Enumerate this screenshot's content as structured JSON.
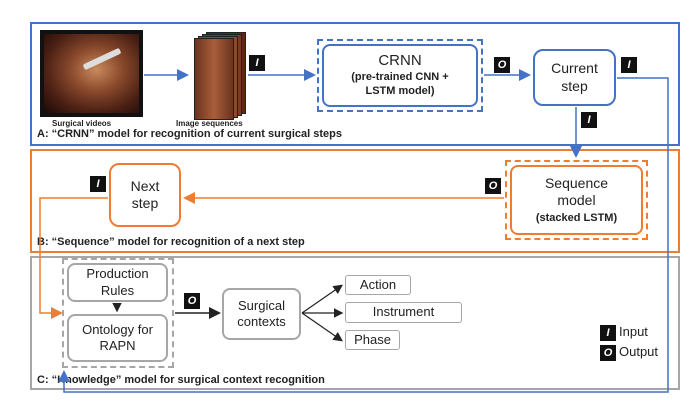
{
  "panels": {
    "a": {
      "caption": "A: “CRNN” model for recognition of current surgical steps",
      "video_caption": "Surgical videos",
      "sequence_caption": "Image sequences",
      "crnn_title": "CRNN",
      "crnn_subtitle": "(pre-trained CNN + LSTM model)",
      "current_step": "Current step",
      "colors": {
        "border": "#4472c4",
        "arrow": "#4472c4"
      }
    },
    "b": {
      "caption": "B: “Sequence” model for recognition of a next step",
      "next_step": "Next step",
      "sequence_model_title": "Sequence model",
      "sequence_model_subtitle": "(stacked LSTM)",
      "colors": {
        "border": "#ed7d31",
        "arrow": "#ed7d31"
      }
    },
    "c": {
      "caption": "C: “Knowledge” model for surgical context recognition",
      "production_rules": "Production Rules",
      "ontology": "Ontology for RAPN",
      "surgical_contexts": "Surgical contexts",
      "contexts": [
        "Action",
        "Instrument",
        "Phase"
      ],
      "colors": {
        "border": "#a6a6a6",
        "arrow": "#222222"
      }
    }
  },
  "badges": {
    "input": "I",
    "output": "O"
  },
  "legend": {
    "input_label": "Input",
    "output_label": "Output"
  }
}
